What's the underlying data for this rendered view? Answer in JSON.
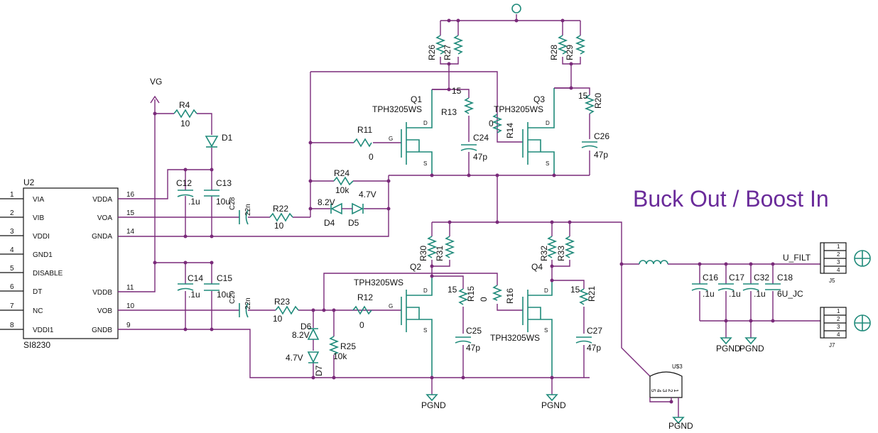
{
  "title": "Buck Out / Boost In",
  "ic": {
    "ref": "U2",
    "part": "SI8230",
    "left_pins": [
      {
        "num": "1",
        "name": "VIA"
      },
      {
        "num": "2",
        "name": "VIB"
      },
      {
        "num": "3",
        "name": "VDDI"
      },
      {
        "num": "4",
        "name": "GND1"
      },
      {
        "num": "5",
        "name": "DISABLE"
      },
      {
        "num": "6",
        "name": "DT"
      },
      {
        "num": "7",
        "name": "NC"
      },
      {
        "num": "8",
        "name": "VDDI1"
      }
    ],
    "right_pins": [
      {
        "num": "16",
        "name": "VDDA"
      },
      {
        "num": "15",
        "name": "VOA"
      },
      {
        "num": "14",
        "name": "GNDA"
      },
      {
        "num": "11",
        "name": "VDDB"
      },
      {
        "num": "10",
        "name": "VOB"
      },
      {
        "num": "9",
        "name": "GNDB"
      }
    ]
  },
  "net_vg": "VG",
  "components": {
    "R4": {
      "ref": "R4",
      "val": "10"
    },
    "D1": {
      "ref": "D1"
    },
    "C12": {
      "ref": "C12",
      "val": ".1u"
    },
    "C13": {
      "ref": "C13",
      "val": "10u"
    },
    "C28": {
      "ref": "C28",
      "val": "22n"
    },
    "R22": {
      "ref": "R22",
      "val": "10"
    },
    "D4": {
      "ref": "D4",
      "val": "8.2V"
    },
    "D5": {
      "ref": "D5",
      "val": "4.7V"
    },
    "R24": {
      "ref": "R24",
      "val": "10k"
    },
    "R11": {
      "ref": "R11",
      "val": "0"
    },
    "Q1": {
      "ref": "Q1",
      "part": "TPH3205WS"
    },
    "R13": {
      "ref": "R13",
      "val": "15"
    },
    "C24": {
      "ref": "C24",
      "val": "47p"
    },
    "R14": {
      "ref": "R14",
      "val": "0"
    },
    "Q3": {
      "ref": "Q3",
      "part": "TPH3205WS"
    },
    "R20": {
      "ref": "R20",
      "val": "15"
    },
    "C26": {
      "ref": "C26",
      "val": "47p"
    },
    "R26": {
      "ref": "R26"
    },
    "R27": {
      "ref": "R27"
    },
    "R28": {
      "ref": "R28"
    },
    "R29": {
      "ref": "R29"
    },
    "C14": {
      "ref": "C14",
      "val": ".1u"
    },
    "C15": {
      "ref": "C15",
      "val": "10u"
    },
    "C29": {
      "ref": "C29",
      "val": "22n"
    },
    "R23": {
      "ref": "R23",
      "val": "10"
    },
    "D6": {
      "ref": "D6",
      "val": "8.2V"
    },
    "D7": {
      "ref": "D7",
      "val": "4.7V"
    },
    "R25": {
      "ref": "R25",
      "val": "10k"
    },
    "R12": {
      "ref": "R12",
      "val": "0"
    },
    "Q2": {
      "ref": "Q2",
      "part": "TPH3205WS"
    },
    "R15": {
      "ref": "R15",
      "val": "15"
    },
    "C25": {
      "ref": "C25",
      "val": "47p"
    },
    "R16": {
      "ref": "R16",
      "val": "0"
    },
    "Q4": {
      "ref": "Q4",
      "part": "TPH3205WS"
    },
    "R21": {
      "ref": "R21",
      "val": "15"
    },
    "C27": {
      "ref": "C27",
      "val": "47p"
    },
    "R30": {
      "ref": "R30"
    },
    "R31": {
      "ref": "R31"
    },
    "R32": {
      "ref": "R32"
    },
    "R33": {
      "ref": "R33"
    },
    "C16": {
      "ref": "C16",
      "val": ".1u"
    },
    "C17": {
      "ref": "C17",
      "val": ".1u"
    },
    "C32": {
      "ref": "C32",
      "val": ".1u"
    },
    "C18": {
      "ref": "C18",
      "val": "6U_JC"
    },
    "J5": {
      "ref": "J5"
    },
    "J7": {
      "ref": "J7"
    },
    "U3": {
      "ref": "U$3"
    }
  },
  "pin_labels": {
    "g": "G",
    "d": "D",
    "s": "S"
  },
  "net_ufilt": "U_FILT",
  "ground": "PGND",
  "conn_pins": [
    "1",
    "2",
    "3",
    "4"
  ],
  "u3_pins": [
    "5",
    "4",
    "3",
    "2",
    "1"
  ]
}
